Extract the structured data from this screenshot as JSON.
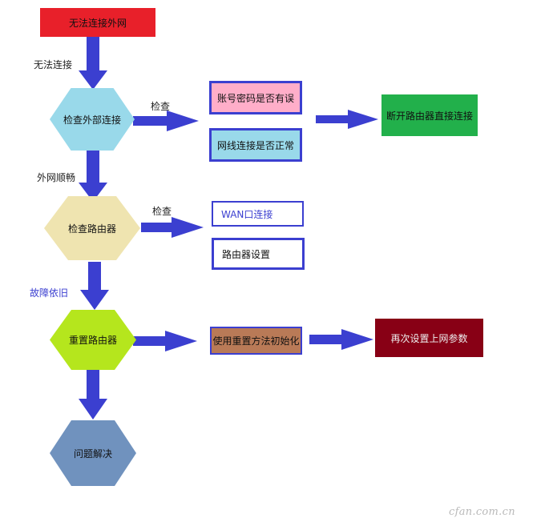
{
  "colors": {
    "arrow": "#3b3fd0",
    "box_border": "#3b3fd0",
    "start_fill": "#e8202a",
    "disconnect_fill": "#22b04b",
    "reinit_fill": "#b97a57",
    "final_fill": "#880015",
    "check_external_fill": "#99d9ea",
    "check_router_fill": "#efe4b0",
    "reset_router_fill": "#b5e61d",
    "solved_fill": "#7092be",
    "account_fill": "#ffaec9",
    "cable_fill": "#99d9ea"
  },
  "nodes": {
    "start": "无法连接外网",
    "check_external": "检查外部连接",
    "account": "账号密码是否有误",
    "cable": "网线连接是否正常",
    "disconnect": "断开路由器直接连接",
    "check_router": "检查路由器",
    "wan": "WAN口连接",
    "router_settings": "路由器设置",
    "reset_router": "重置路由器",
    "reinit": "使用重置方法初始化",
    "reconfigure": "再次设置上网参数",
    "solved": "问题解决"
  },
  "edge_labels": {
    "cannot_connect": "无法连接",
    "check_1": "检查",
    "external_ok": "外网顺畅",
    "check_2": "检查",
    "still_faulty": "故障依旧"
  },
  "watermark": "cfan.com.cn"
}
